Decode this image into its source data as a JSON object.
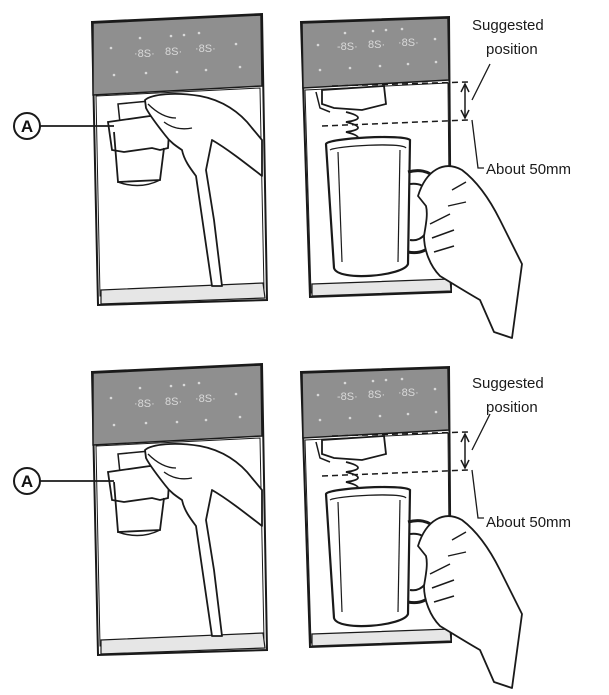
{
  "colors": {
    "ink": "#1a1a1a",
    "panel": "#8f8f8f",
    "panel_dark": "#7a7a7a",
    "display_dots": "#d9d9d9",
    "paper": "#ffffff"
  },
  "rows": [
    {
      "marker": "A",
      "suggested_label_line1": "Suggested",
      "suggested_label_line2": "position",
      "distance_label": "About 50mm"
    },
    {
      "marker": "A",
      "suggested_label_line1": "Suggested",
      "suggested_label_line2": "position",
      "distance_label": "About 50mm"
    }
  ]
}
